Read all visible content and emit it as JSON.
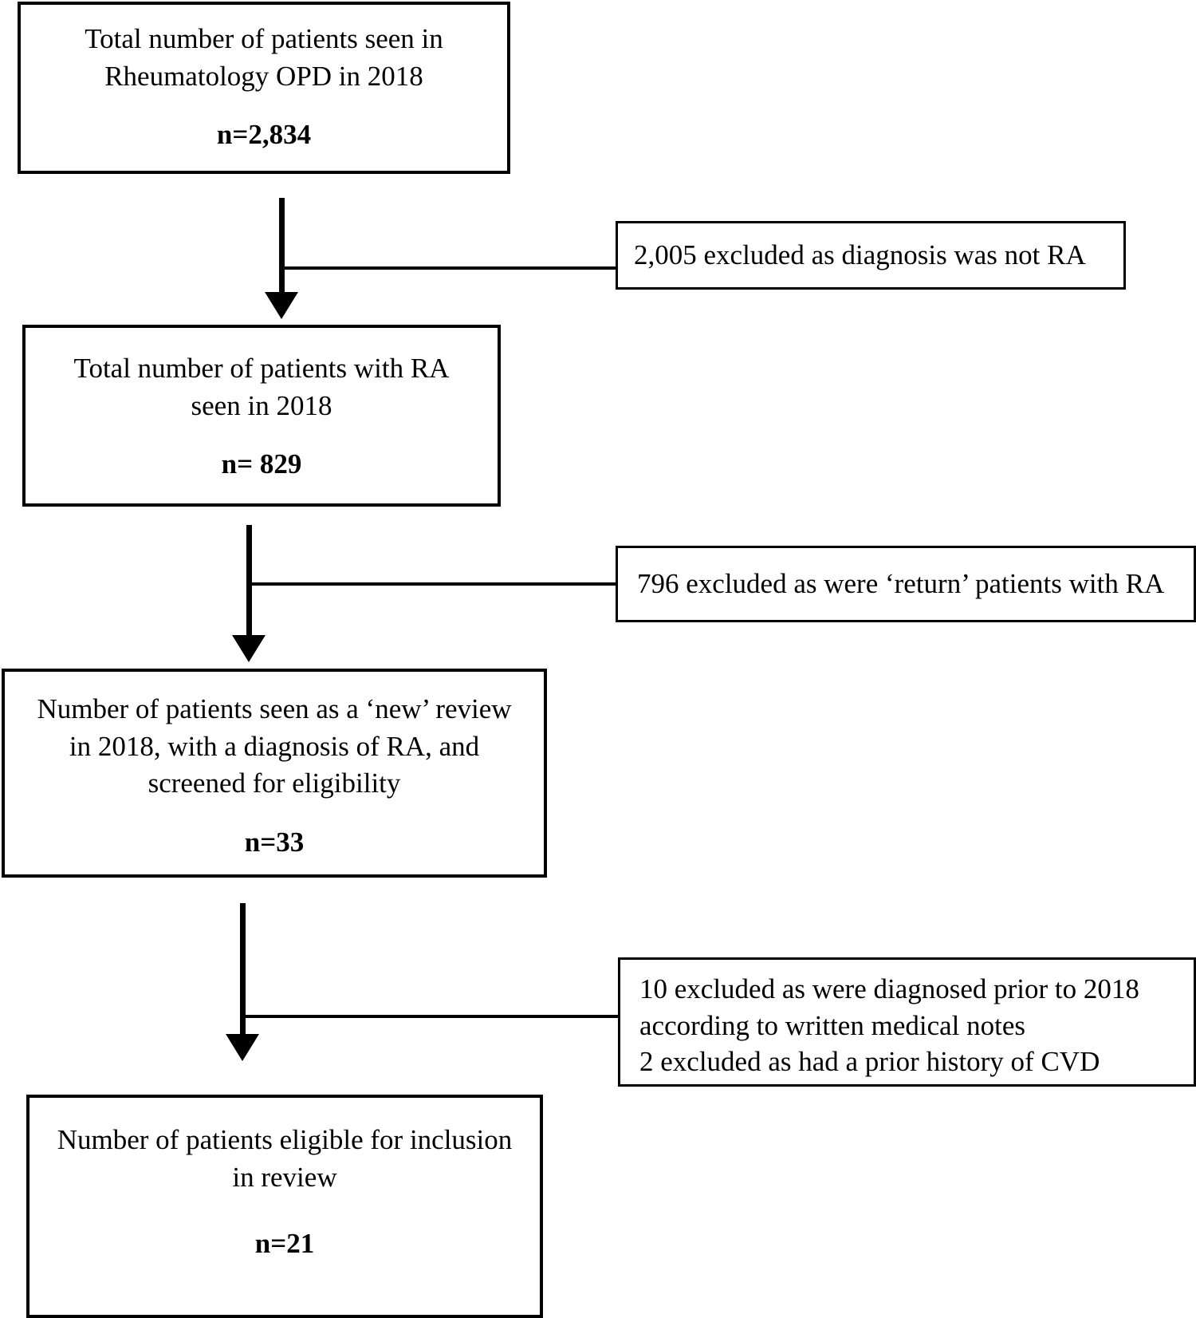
{
  "chart_data": {
    "type": "diagram",
    "title": "Patient selection flow diagram",
    "nodes": [
      {
        "id": "total_opd",
        "label": "Total number of patients seen in\nRheumatology OPD in 2018",
        "count_label": "n=2,834",
        "n": 2834
      },
      {
        "id": "total_ra",
        "label": "Total number of patients with RA\nseen in 2018",
        "count_label": "n= 829",
        "n": 829
      },
      {
        "id": "new_review",
        "label": "Number of patients seen as a ‘new’ review\nin 2018, with a diagnosis of RA, and\nscreened for eligibility",
        "count_label": "n=33",
        "n": 33
      },
      {
        "id": "eligible",
        "label": "Number of patients eligible for inclusion\nin review",
        "count_label": "n=21",
        "n": 21
      }
    ],
    "exclusions": [
      {
        "id": "excl_not_ra",
        "lines": [
          "2,005 excluded as diagnosis was not RA"
        ],
        "n": 2005
      },
      {
        "id": "excl_return",
        "lines": [
          "796 excluded as were ‘return’ patients with RA"
        ],
        "n": 796
      },
      {
        "id": "excl_prior",
        "lines": [
          "10 excluded as were diagnosed prior to 2018\naccording to written medical notes",
          "2 excluded as had a prior history of CVD"
        ],
        "n": 12
      }
    ],
    "edges": [
      {
        "from": "total_opd",
        "to": "total_ra",
        "type": "arrow"
      },
      {
        "from": "total_opd",
        "to": "excl_not_ra",
        "type": "branch"
      },
      {
        "from": "total_ra",
        "to": "new_review",
        "type": "arrow"
      },
      {
        "from": "total_ra",
        "to": "excl_return",
        "type": "branch"
      },
      {
        "from": "new_review",
        "to": "eligible",
        "type": "arrow"
      },
      {
        "from": "new_review",
        "to": "excl_prior",
        "type": "branch"
      }
    ],
    "colors": {
      "line": "#000000",
      "box_fill": "#ffffff",
      "text": "#000000"
    }
  },
  "flow": {
    "boxes": {
      "total_opd": {
        "title": "Total number of patients seen in\nRheumatology OPD in 2018",
        "count": "n=2,834"
      },
      "total_ra": {
        "title": "Total number of patients with RA\nseen in 2018",
        "count": "n= 829"
      },
      "new_review": {
        "title": "Number of patients seen as a ‘new’ review\nin 2018, with a diagnosis of RA, and\nscreened for eligibility",
        "count": "n=33"
      },
      "eligible": {
        "title": "Number of patients eligible for inclusion\nin review",
        "count": "n=21"
      }
    },
    "exclusions": {
      "not_ra": {
        "text": "2,005 excluded as diagnosis was not RA"
      },
      "return_patients": {
        "text": "796 excluded as were ‘return’ patients with RA"
      },
      "prior_diagnosis": {
        "line1": "10 excluded as were diagnosed prior to 2018\naccording to written medical notes",
        "line2": "2 excluded as had a prior history of CVD"
      }
    }
  }
}
